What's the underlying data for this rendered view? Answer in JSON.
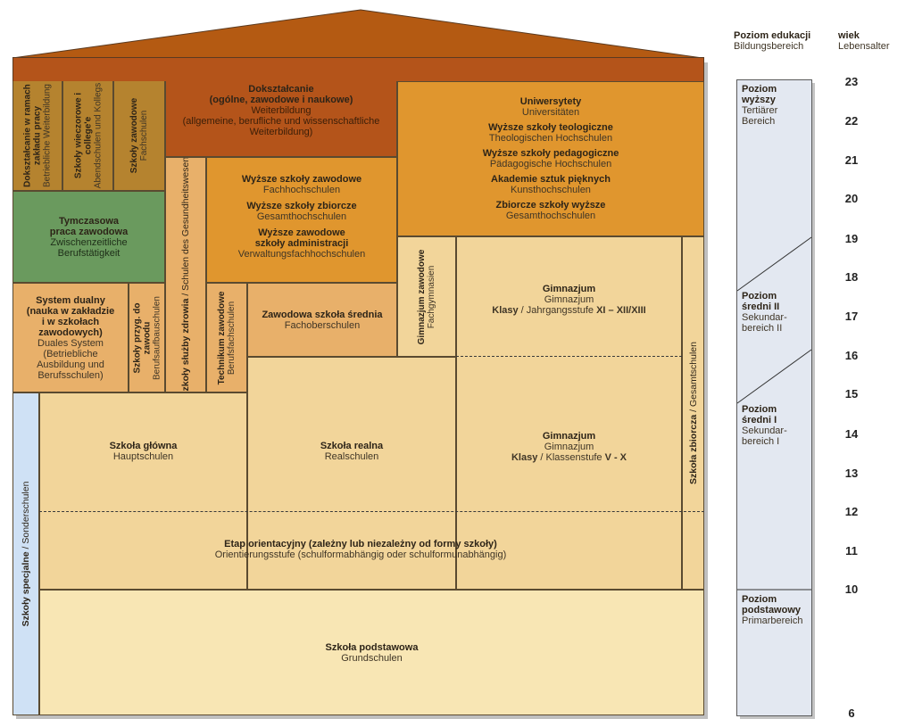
{
  "header": {
    "level_title": "Poziom edukacji",
    "level_subtitle": "Bildungsbereich",
    "age_title": "wiek",
    "age_subtitle": "Lebensalter"
  },
  "blocks": {
    "dokszt_zaklad": {
      "title": "Dokształcanie w ramach\nzakładu pracy",
      "subtitle": "Betriebliche Weiterbildung"
    },
    "szkoly_wieczorowe": {
      "title": "Szkoły wieczorowe i college'e",
      "subtitle": "Abendschulen und Kollegs"
    },
    "szkoly_zawodowe_fach": {
      "title": "Szkoły zawodowe",
      "subtitle": "Fachschulen"
    },
    "dokszt_main": {
      "title": "Dokształcanie\n(ogólne, zawodowe i naukowe)",
      "subtitle": "Weiterbildung\n(allgemeine, berufliche und wissenschaftliche\nWeiterbildung)"
    },
    "uniwersytety": {
      "items": [
        {
          "title": "Uniwersytety",
          "subtitle": "Universitäten"
        },
        {
          "title": "Wyższe szkoły teologiczne",
          "subtitle": "Theologischen Hochschulen"
        },
        {
          "title": "Wyższe szkoły pedagogiczne",
          "subtitle": "Pädagogische Hochschulen"
        },
        {
          "title": "Akademie sztuk pięknych",
          "subtitle": "Kunsthochschulen"
        },
        {
          "title": "Zbiorcze szkoły wyższe",
          "subtitle": "Gesamthochschulen"
        }
      ]
    },
    "wyzsze_zawodowe": {
      "items": [
        {
          "title": "Wyższe szkoły zawodowe",
          "subtitle": "Fachhochschulen"
        },
        {
          "title": "Wyższe szkoły zbiorcze",
          "subtitle": "Gesamthochschulen"
        },
        {
          "title": "Wyższe zawodowe\nszkoły administracji",
          "subtitle": "Verwaltungsfachhochschulen"
        }
      ]
    },
    "tymczasowa": {
      "title": "Tymczasowa\npraca zawodowa",
      "subtitle": "Zwischenzeitliche\nBerufstätigkeit"
    },
    "sluzby_zdrowia": {
      "title": "Szkoły służby zdrowia",
      "subtitle": " / Schulen des Gesundheitswesens"
    },
    "system_dualny": {
      "title": "System dualny\n(nauka w zakładzie\ni w szkołach\nzawodowych)",
      "subtitle": "Duales System\n(Betriebliche\nAusbildung und\nBerufsschulen)"
    },
    "szkoly_przyg": {
      "title": "Szkoły przyg. do zawodu",
      "subtitle": "Berufsaufbauschulen"
    },
    "technikum": {
      "title": "Technikum zawodowe",
      "subtitle": "Berufsfachschulen"
    },
    "zawodowa_srednia": {
      "title": "Zawodowa szkoła średnia",
      "subtitle": "Fachoberschulen"
    },
    "gimn_zawodowe": {
      "title": "Gimnazjum zawodowe",
      "subtitle": "Fachgymnasien"
    },
    "gimn_upper": {
      "title": "Gimnazjum",
      "subtitle": "Gimnazjum",
      "klasy": "Klasy",
      "klasy_de": " / Jahrgangsstufe ",
      "klasy_range": "XI – XII/XIII"
    },
    "szkola_zbiorcza": {
      "title": "Szkoła zbiorcza",
      "subtitle": " / Gesamtschulen"
    },
    "szkoly_specjalne": {
      "title": "Szkoły specjalne",
      "subtitle": " / Sonderschulen"
    },
    "szkola_glowna": {
      "title": "Szkoła główna",
      "subtitle": "Hauptschulen"
    },
    "szkola_realna": {
      "title": "Szkoła realna",
      "subtitle": "Realschulen"
    },
    "gimn_lower": {
      "title": "Gimnazjum",
      "subtitle": "Gimnazjum",
      "klasy": "Klasy",
      "klasy_de": " / Klassenstufe ",
      "klasy_range": "V - X"
    },
    "etap": {
      "title": "Etap orientacyjny (zależny lub niezależny od formy szkoły)",
      "subtitle": "Orientierungsstufe (schulformabhängig oder schulformunabhängig)"
    },
    "podstawowa": {
      "title": "Szkoła podstawowa",
      "subtitle": "Grundschulen"
    }
  },
  "levels": [
    {
      "title": "Poziom\nwyższy",
      "subtitle": "Tertiärer\nBereich"
    },
    {
      "title": "Poziom\nśredni II",
      "subtitle": "Sekundar-\nbereich II"
    },
    {
      "title": "Poziom\nśredni I",
      "subtitle": "Sekundar-\nbereich I"
    },
    {
      "title": "Poziom\npodstawowy",
      "subtitle": "Primarbereich"
    }
  ],
  "ages": [
    "23",
    "22",
    "21",
    "20",
    "19",
    "18",
    "17",
    "16",
    "15",
    "14",
    "13",
    "12",
    "11",
    "10",
    "6"
  ],
  "colors": {
    "roof": "#b45a12",
    "rust": "#b4541a",
    "brown_ochre": "#b5832f",
    "orange": "#e0962e",
    "green": "#6a9a5e",
    "tan": "#e8b06a",
    "light_tan": "#f2d59a",
    "pale": "#f8e6b4",
    "blue": "#cfe1f5",
    "level_bar": "#e3e8f1"
  }
}
